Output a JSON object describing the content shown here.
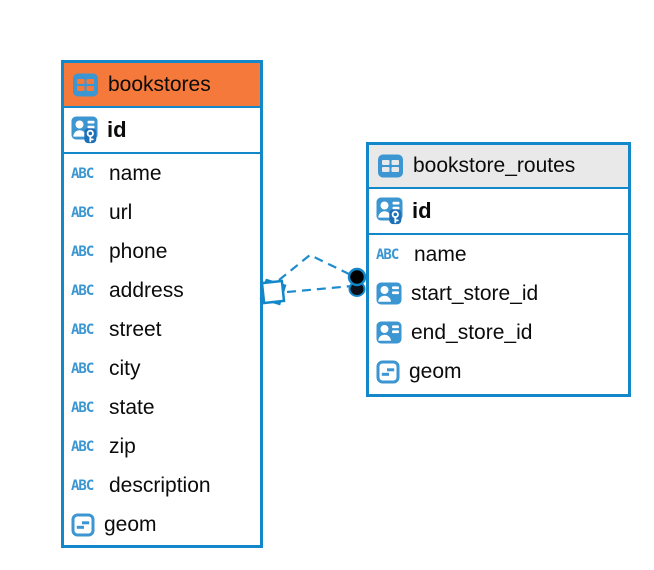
{
  "icons": {
    "text_glyph": "ABC",
    "legend": {
      "table-icon": "grid table glyph",
      "primary-key-icon": "person with key",
      "foreign-key-icon": "person card",
      "text-icon": "ABC letters",
      "geometry-icon": "square with offset dashes"
    }
  },
  "colors": {
    "accent_blue": "#1288CB",
    "icon_blue": "#3C96D2",
    "bookstores_header": "#F5793B",
    "routes_header": "#E9E9E9",
    "relationship_line": "#1E8CCD",
    "endpoint_dot": "#000000"
  },
  "tables": [
    {
      "name": "bookstores",
      "header_color": "#F5793B",
      "columns": [
        {
          "name": "id",
          "icon": "primary-key-icon"
        },
        {
          "name": "name",
          "icon": "text-icon"
        },
        {
          "name": "url",
          "icon": "text-icon"
        },
        {
          "name": "phone",
          "icon": "text-icon"
        },
        {
          "name": "address",
          "icon": "text-icon"
        },
        {
          "name": "street",
          "icon": "text-icon"
        },
        {
          "name": "city",
          "icon": "text-icon"
        },
        {
          "name": "state",
          "icon": "text-icon"
        },
        {
          "name": "zip",
          "icon": "text-icon"
        },
        {
          "name": "description",
          "icon": "text-icon"
        },
        {
          "name": "geom",
          "icon": "geometry-icon"
        }
      ]
    },
    {
      "name": "bookstore_routes",
      "header_color": "#E9E9E9",
      "columns": [
        {
          "name": "id",
          "icon": "primary-key-icon"
        },
        {
          "name": "name",
          "icon": "text-icon"
        },
        {
          "name": "start_store_id",
          "icon": "foreign-key-icon"
        },
        {
          "name": "end_store_id",
          "icon": "foreign-key-icon"
        },
        {
          "name": "geom",
          "icon": "geometry-icon"
        }
      ]
    }
  ],
  "connections": [
    {
      "from_table": "bookstores",
      "to_table": "bookstore_routes",
      "style": "dashed"
    },
    {
      "from_table": "bookstores",
      "to_table": "bookstore_routes",
      "style": "dashed"
    }
  ]
}
